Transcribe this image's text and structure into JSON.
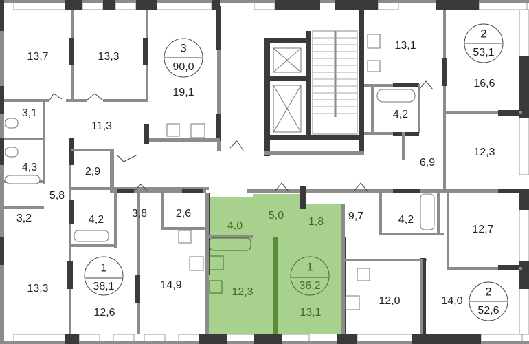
{
  "plan": {
    "title": "Floor plan",
    "selected_color": "#a9d18e",
    "selected_text_color": "#3f6b23",
    "apartments": [
      {
        "id": "apt-3-room",
        "rooms_count": "3",
        "total_area": "90,0",
        "selected": false,
        "rooms": [
          {
            "name": "bedroom-1",
            "area": "13,7"
          },
          {
            "name": "bedroom-2",
            "area": "13,3"
          },
          {
            "name": "living-kitchen",
            "area": "19,1"
          },
          {
            "name": "hall",
            "area": "11,3"
          },
          {
            "name": "wc",
            "area": "3,1"
          },
          {
            "name": "bathroom",
            "area": "4,3"
          },
          {
            "name": "storage",
            "area": "2,9"
          }
        ]
      },
      {
        "id": "apt-2-room-top-right",
        "rooms_count": "2",
        "total_area": "53,1",
        "selected": false,
        "rooms": [
          {
            "name": "kitchen",
            "area": "13,1"
          },
          {
            "name": "bedroom-1",
            "area": "16,6"
          },
          {
            "name": "bathroom",
            "area": "4,2"
          },
          {
            "name": "hall",
            "area": "6,9"
          },
          {
            "name": "bedroom-2",
            "area": "12,3"
          }
        ]
      },
      {
        "id": "apt-1-room-left",
        "rooms_count": "1",
        "total_area": "38,1",
        "selected": false,
        "rooms": [
          {
            "name": "hall",
            "area": "5,8"
          },
          {
            "name": "storage",
            "area": "3,2"
          },
          {
            "name": "bedroom",
            "area": "13,3"
          },
          {
            "name": "bathroom",
            "area": "4,2"
          },
          {
            "name": "living",
            "area": "12,6"
          }
        ]
      },
      {
        "id": "apt-studio-mid",
        "rooms_count": "",
        "total_area": "",
        "selected": false,
        "rooms": [
          {
            "name": "hall",
            "area": "3,8"
          },
          {
            "name": "bathroom",
            "area": "2,6"
          },
          {
            "name": "kitchen-living",
            "area": "14,9"
          }
        ]
      },
      {
        "id": "apt-1-room-selected",
        "rooms_count": "1",
        "total_area": "36,2",
        "selected": true,
        "rooms": [
          {
            "name": "bathroom",
            "area": "4,0"
          },
          {
            "name": "hall",
            "area": "5,0"
          },
          {
            "name": "storage",
            "area": "1,8"
          },
          {
            "name": "kitchen",
            "area": "12,3"
          },
          {
            "name": "bedroom",
            "area": "13,1"
          }
        ]
      },
      {
        "id": "apt-2-room-bottom-right",
        "rooms_count": "2",
        "total_area": "52,6",
        "selected": false,
        "rooms": [
          {
            "name": "hall",
            "area": "9,7"
          },
          {
            "name": "bathroom",
            "area": "4,2"
          },
          {
            "name": "bedroom-1",
            "area": "12,7"
          },
          {
            "name": "kitchen",
            "area": "12,0"
          },
          {
            "name": "bedroom-2",
            "area": "14,0"
          }
        ]
      }
    ]
  }
}
